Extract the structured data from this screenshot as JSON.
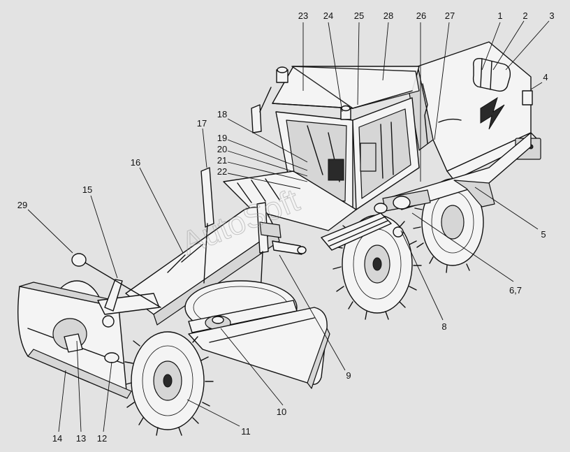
{
  "watermark": "AutoSoft",
  "callouts": [
    {
      "id": "c1",
      "text": "1"
    },
    {
      "id": "c2",
      "text": "2"
    },
    {
      "id": "c3",
      "text": "3"
    },
    {
      "id": "c4",
      "text": "4"
    },
    {
      "id": "c5",
      "text": "5"
    },
    {
      "id": "c67",
      "text": "6,7"
    },
    {
      "id": "c8",
      "text": "8"
    },
    {
      "id": "c9",
      "text": "9"
    },
    {
      "id": "c10",
      "text": "10"
    },
    {
      "id": "c11",
      "text": "11"
    },
    {
      "id": "c12",
      "text": "12"
    },
    {
      "id": "c13",
      "text": "13"
    },
    {
      "id": "c14",
      "text": "14"
    },
    {
      "id": "c15",
      "text": "15"
    },
    {
      "id": "c16",
      "text": "16"
    },
    {
      "id": "c17",
      "text": "17"
    },
    {
      "id": "c18",
      "text": "18"
    },
    {
      "id": "c19",
      "text": "19"
    },
    {
      "id": "c20",
      "text": "20"
    },
    {
      "id": "c21",
      "text": "21"
    },
    {
      "id": "c22",
      "text": "22"
    },
    {
      "id": "c23",
      "text": "23"
    },
    {
      "id": "c24",
      "text": "24"
    },
    {
      "id": "c25",
      "text": "25"
    },
    {
      "id": "c26",
      "text": "26"
    },
    {
      "id": "c27",
      "text": "27"
    },
    {
      "id": "c28",
      "text": "28"
    },
    {
      "id": "c29",
      "text": "29"
    }
  ]
}
